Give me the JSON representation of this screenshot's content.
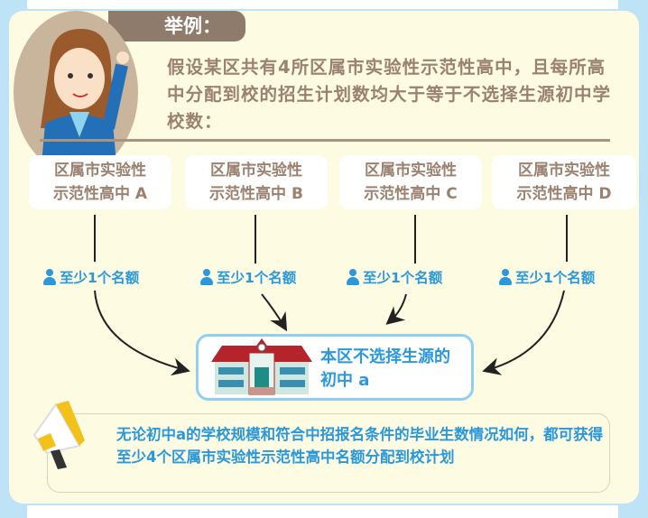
{
  "header": {
    "title": "举例："
  },
  "intro": {
    "text": "假设某区共有4所区属市实验性示范性高中，且每所高中分配到校的招生计划数均大于等于不选择生源初中学校数："
  },
  "schools": [
    {
      "line1": "区属市实验性",
      "line2": "示范性高中 A",
      "quota": "至少1个名额"
    },
    {
      "line1": "区属市实验性",
      "line2": "示范性高中 B",
      "quota": "至少1个名额"
    },
    {
      "line1": "区属市实验性",
      "line2": "示范性高中 C",
      "quota": "至少1个名额"
    },
    {
      "line1": "区属市实验性",
      "line2": "示范性高中 D",
      "quota": "至少1个名额"
    }
  ],
  "target": {
    "line1": "本区不选择生源的",
    "line2": "初中 a"
  },
  "note": {
    "text": "无论初中a的学校规模和符合中招报名条件的毕业生数情况如何，都可获得至少4个区属市实验性示范性高中名额分配到校计划"
  },
  "colors": {
    "brown": "#9a8170",
    "blue": "#2a98dc",
    "panel": "#fdfbe2",
    "background": "#bfe3f6"
  }
}
